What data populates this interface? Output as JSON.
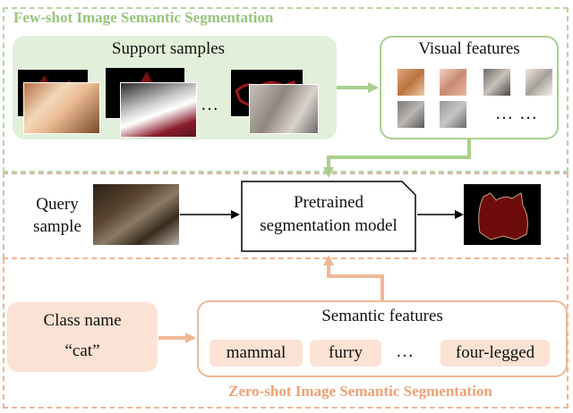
{
  "few_shot": {
    "title": "Few-shot Image Semantic Segmentation",
    "support_label": "Support samples",
    "support_ellipsis": "…",
    "visual_label": "Visual features",
    "visual_ellipsis": "… …"
  },
  "middle": {
    "query_label_line1": "Query",
    "query_label_line2": "sample",
    "model_line1": "Pretrained",
    "model_line2": "segmentation model"
  },
  "zero_shot": {
    "title": "Zero-shot Image Semantic Segmentation",
    "class_label": "Class name",
    "class_value": "“cat”",
    "semantic_label": "Semantic features",
    "chips": [
      "mammal",
      "furry",
      "four-legged"
    ],
    "chip_ellipsis": "…"
  },
  "colors": {
    "green_accent": "#a9d08e",
    "green_fill": "#e2efda",
    "orange_accent": "#f0b894",
    "orange_fill": "#fbe2d4"
  }
}
